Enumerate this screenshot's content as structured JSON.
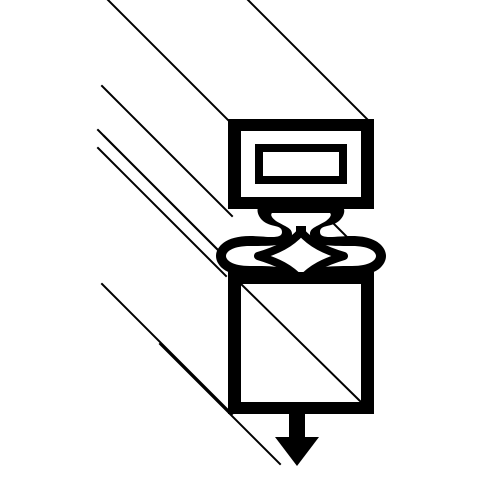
{
  "figure": {
    "subject": "door-gasket-profile-icon",
    "ink_color": "#000000",
    "background_color": "#ffffff",
    "parts": [
      "top-retainer-channel",
      "retainer-slot",
      "flex-bellows",
      "bottom-bulb-chamber",
      "push-in-dart",
      "extrusion-depth-lines"
    ]
  }
}
